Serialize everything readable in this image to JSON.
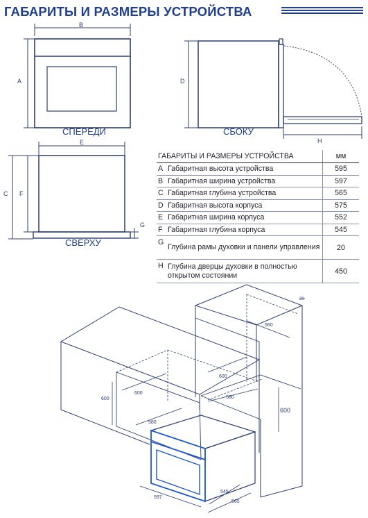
{
  "title": "ГАБАРИТЫ И РАЗМЕРЫ УСТРОЙСТВА",
  "views": {
    "front": {
      "label": "СПЕРЕДИ",
      "dim_width": "B",
      "dim_height": "A"
    },
    "side": {
      "label": "СБОКУ",
      "dim_height": "D",
      "dim_depth": "H"
    },
    "top": {
      "label": "СВЕРХУ",
      "dim_width": "E",
      "dim_depth_outer": "C",
      "dim_depth_inner": "F",
      "dim_frame": "G"
    }
  },
  "spec_table": {
    "header": {
      "title": "ГАБАРИТЫ И РАЗМЕРЫ УСТРОЙСТВА",
      "unit": "мм"
    },
    "rows": [
      {
        "letter": "A",
        "label": "Габаритная высота устройства",
        "value": "595"
      },
      {
        "letter": "B",
        "label": "Габаритная ширина устройства",
        "value": "597"
      },
      {
        "letter": "C",
        "label": "Габаритная глубина устройства",
        "value": "565"
      },
      {
        "letter": "D",
        "label": "Габаритная высота корпуса",
        "value": "575"
      },
      {
        "letter": "E",
        "label": "Габаритная ширина корпуса",
        "value": "552"
      },
      {
        "letter": "F",
        "label": "Габаритная глубина корпуса",
        "value": "545"
      },
      {
        "letter": "G",
        "label": "Глубина рамы духовки и панели управления",
        "value": "20"
      },
      {
        "letter": "H",
        "label": "Глубина дверцы духовки в полностью открытом состоянии",
        "value": "450"
      }
    ]
  },
  "installation": {
    "column_depth": "560",
    "column_gap": "20",
    "column_width": "600",
    "column_inner": "580",
    "column_height": "600",
    "under_width": "600",
    "under_inner": "580",
    "under_height": "600",
    "oven_width": "597",
    "oven_depth_body": "545",
    "oven_depth_total": "565"
  },
  "colors": {
    "accent": "#1f3e8f",
    "line": "#2c3e73",
    "oven": "#1d57d6"
  }
}
